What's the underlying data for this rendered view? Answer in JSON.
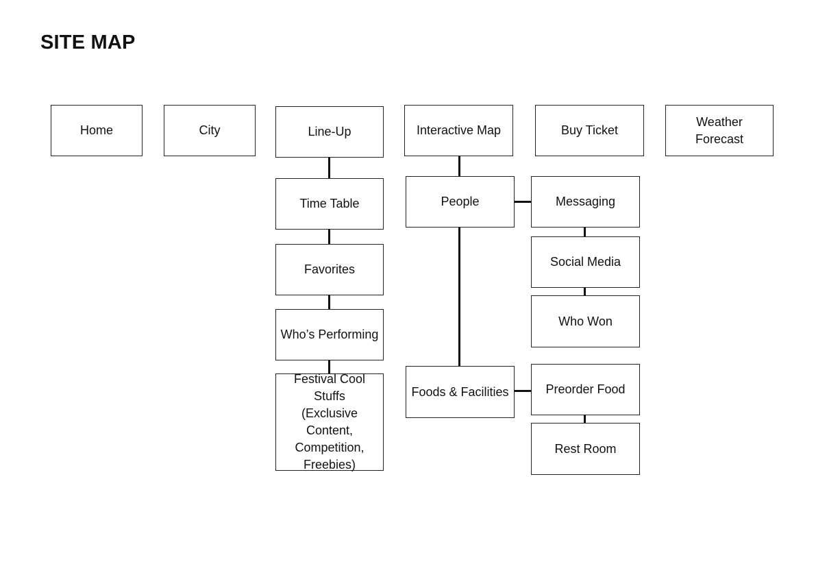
{
  "title": "SITE MAP",
  "nodes": {
    "home": "Home",
    "city": "City",
    "line_up": "Line-Up",
    "interactive_map": "Interactive Map",
    "buy_ticket": "Buy Ticket",
    "weather_forecast": "Weather\nForecast",
    "time_table": "Time Table",
    "favorites": "Favorites",
    "whos_performing": "Who’s Performing",
    "festival_cool_stuffs": "Festival Cool Stuffs\n(Exclusive Content,\nCompetition,\nFreebies)",
    "people": "People",
    "messaging": "Messaging",
    "social_media": "Social Media",
    "who_won": "Who Won",
    "foods_facilities": "Foods & Facilities",
    "preorder_food": "Preorder Food",
    "rest_room": "Rest Room"
  },
  "edges": [
    [
      "Line-Up",
      "Time Table"
    ],
    [
      "Time Table",
      "Favorites"
    ],
    [
      "Favorites",
      "Who’s Performing"
    ],
    [
      "Who’s Performing",
      "Festival Cool Stuffs"
    ],
    [
      "Interactive Map",
      "People"
    ],
    [
      "People",
      "Messaging"
    ],
    [
      "Messaging",
      "Social Media"
    ],
    [
      "Social Media",
      "Who Won"
    ],
    [
      "People",
      "Foods & Facilities"
    ],
    [
      "Foods & Facilities",
      "Preorder Food"
    ],
    [
      "Preorder Food",
      "Rest Room"
    ]
  ]
}
